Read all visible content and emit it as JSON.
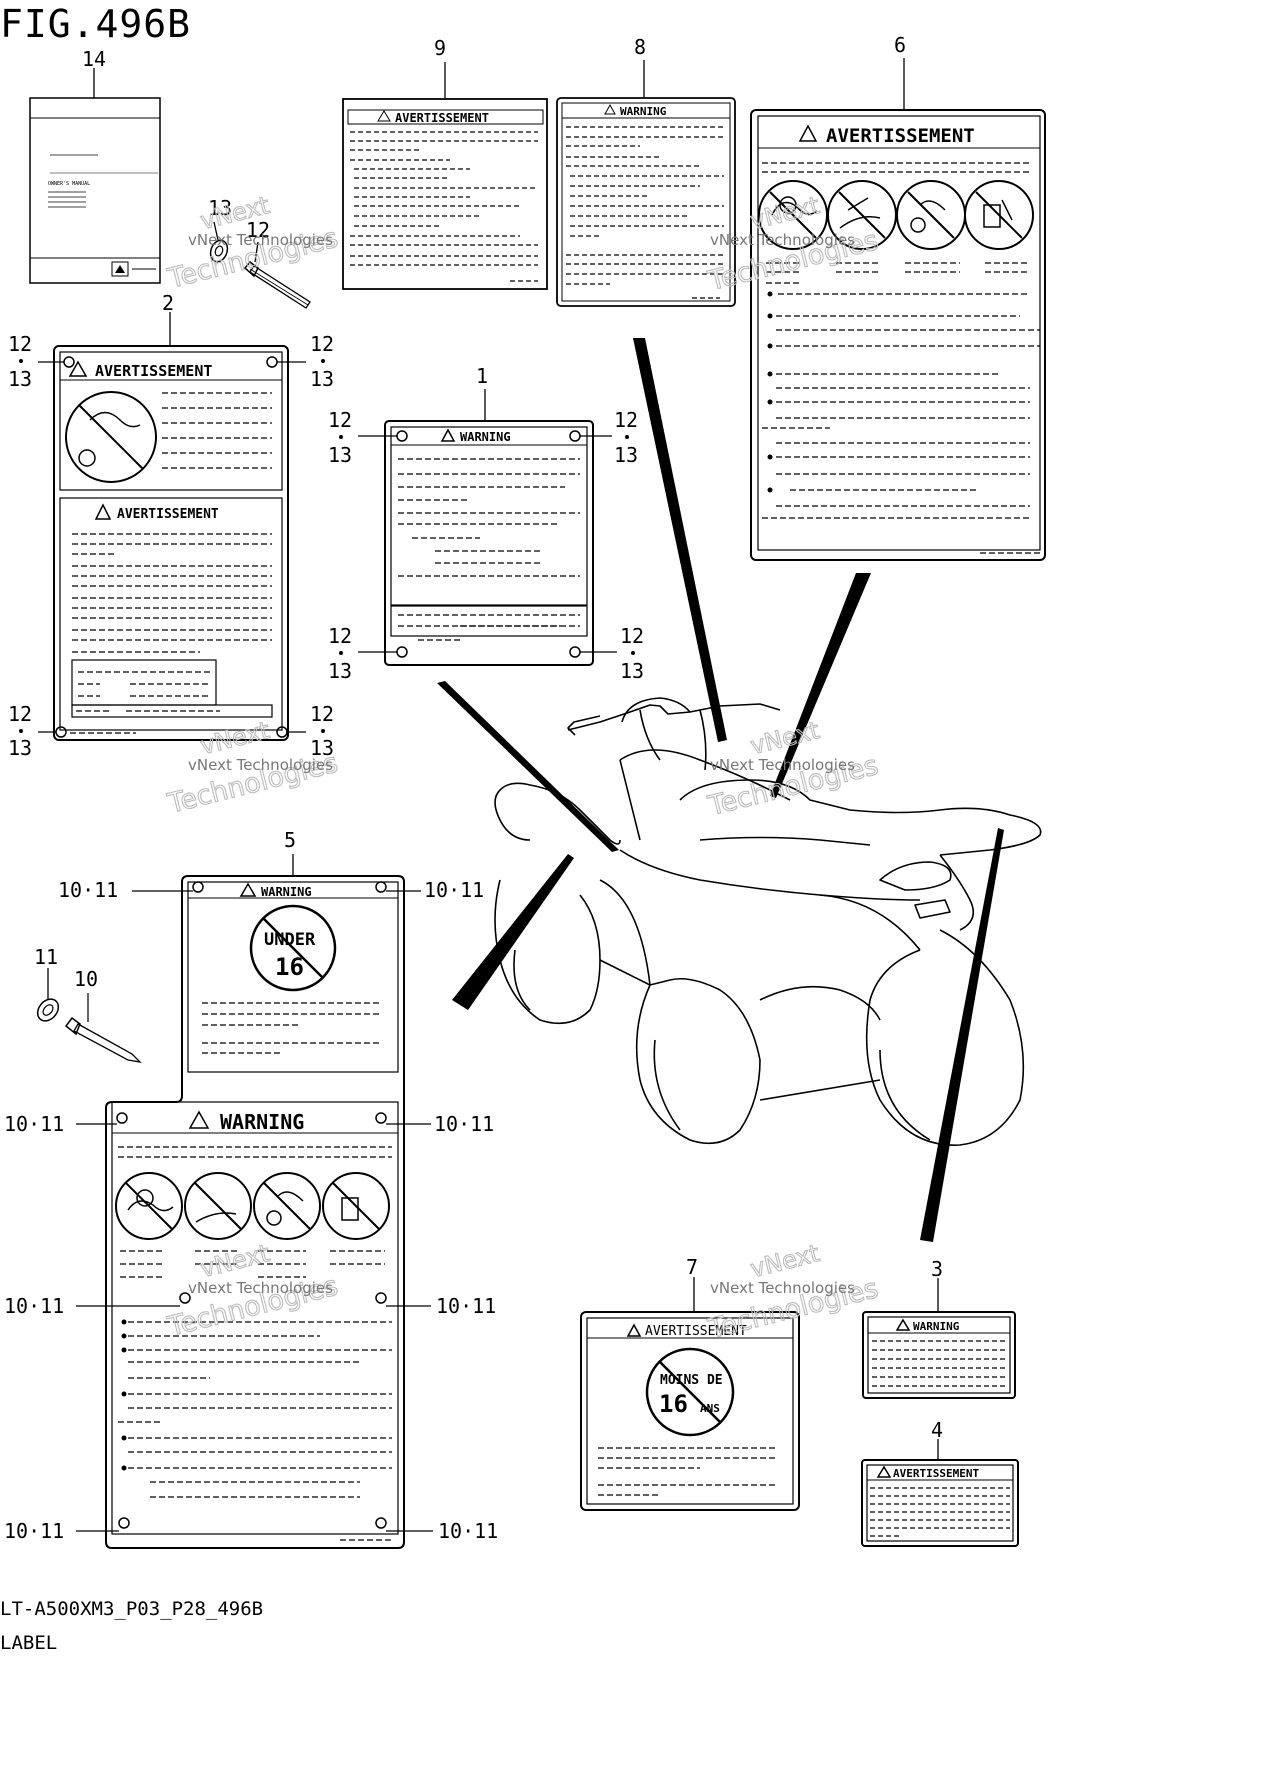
{
  "figure": {
    "title": "FIG.496B",
    "code": "LT-A500XM3_P03_P28_496B",
    "caption": "LABEL"
  },
  "labels": {
    "warning": "WARNING",
    "avertissement": "AVERTISSEMENT",
    "under16_top": "UNDER",
    "under16_num": "16",
    "moins_top": "MOINS DE",
    "moins_num": "16",
    "moins_ans": "ANS",
    "manual_title": "OWNER'S MANUAL"
  },
  "callouts": {
    "p1": "1",
    "p2": "2",
    "p3": "3",
    "p4": "4",
    "p5": "5",
    "p6": "6",
    "p7": "7",
    "p8": "8",
    "p9": "9",
    "p10": "10",
    "p11": "11",
    "p12": "12",
    "p13": "13",
    "p14": "14",
    "p10_11": "10·11"
  },
  "watermark": {
    "line1": "vNext",
    "line2": "vNext Technologies",
    "line3": "Technologies"
  }
}
